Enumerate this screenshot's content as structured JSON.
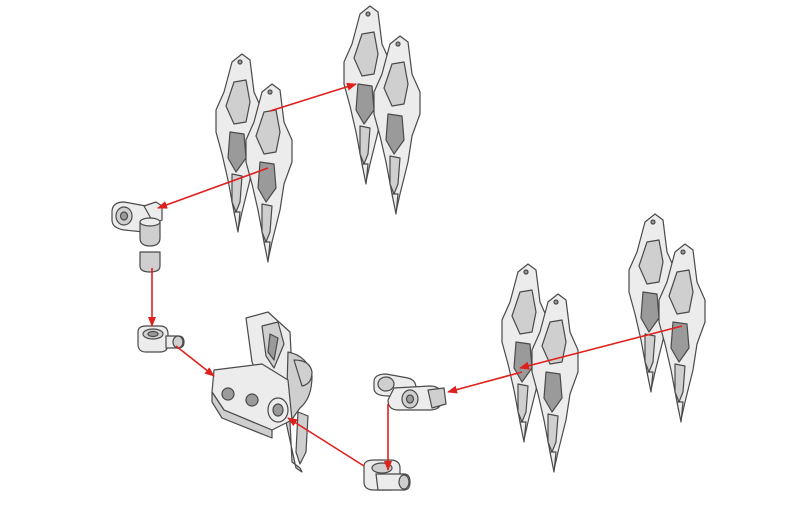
{
  "diagram": {
    "background": "#ffffff",
    "arrow_color": "#e0201c",
    "part_fill": "#e6e6e6",
    "part_stroke": "#4a4a4a",
    "components": [
      "claw-assembly-upper",
      "claw-assembly-lower",
      "upper-swivel-joint",
      "lower-swivel-joint",
      "upper-ball-connector",
      "lower-ball-connector",
      "backpack-mount"
    ]
  }
}
